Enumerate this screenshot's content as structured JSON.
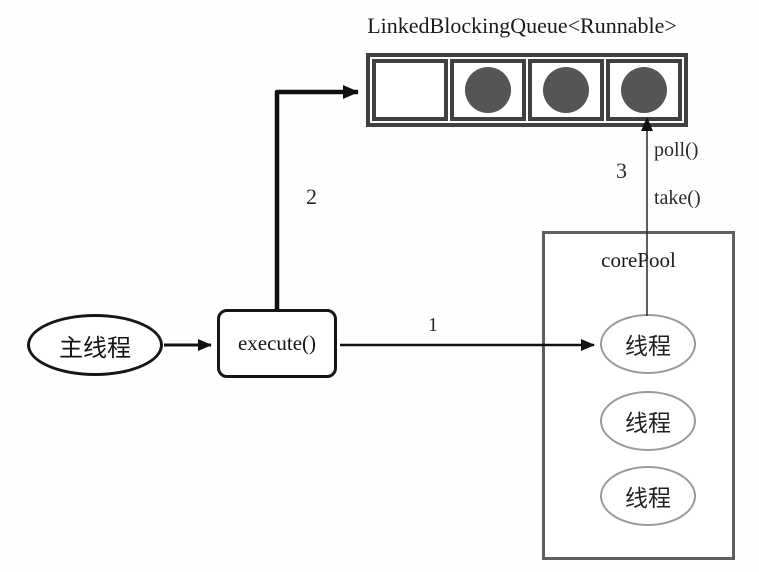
{
  "diagram": {
    "title": "LinkedBlockingQueue<Runnable>",
    "queue": {
      "cells": [
        {
          "filled": false
        },
        {
          "filled": true
        },
        {
          "filled": true
        },
        {
          "filled": true
        }
      ]
    },
    "main_thread": {
      "label": "主线程"
    },
    "execute_box": {
      "label": "execute()"
    },
    "core_pool": {
      "title": "corePool",
      "threads": [
        {
          "label": "线程"
        },
        {
          "label": "线程"
        },
        {
          "label": "线程"
        }
      ]
    },
    "step_labels": {
      "step1": "1",
      "step2": "2",
      "step3": "3"
    },
    "queue_ops": {
      "poll": "poll()",
      "take": "take()"
    },
    "colors": {
      "queue_border": "#414141",
      "task_fill": "#555555",
      "pool_border": "#5f5f5f",
      "thread_ellipse_border": "#9a9a9a",
      "arrow_black": "#111111",
      "thin_line": "#333333"
    }
  }
}
